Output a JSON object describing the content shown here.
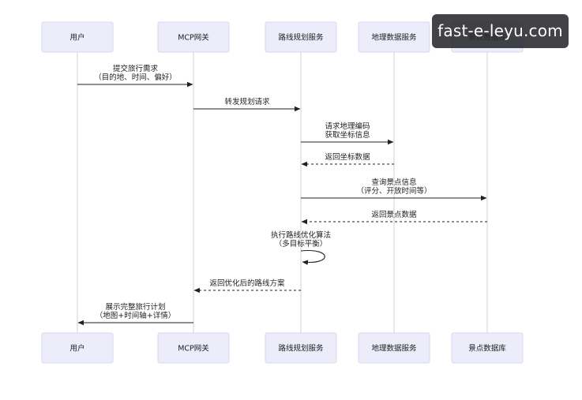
{
  "participants": [
    {
      "id": "user",
      "label": "用户"
    },
    {
      "id": "gateway",
      "label": "MCP网关"
    },
    {
      "id": "route",
      "label": "路线规划服务"
    },
    {
      "id": "geo",
      "label": "地理数据服务"
    },
    {
      "id": "poi",
      "label": "景点数据库"
    }
  ],
  "messages": [
    {
      "from": "user",
      "to": "gateway",
      "style": "solid",
      "lines": [
        "提交旅行需求",
        "（目的地、时间、偏好）"
      ]
    },
    {
      "from": "gateway",
      "to": "route",
      "style": "solid",
      "lines": [
        "转发规划请求"
      ]
    },
    {
      "from": "route",
      "to": "geo",
      "style": "solid",
      "lines": [
        "请求地理编码",
        "获取坐标信息"
      ]
    },
    {
      "from": "geo",
      "to": "route",
      "style": "dashed",
      "lines": [
        "返回坐标数据"
      ]
    },
    {
      "from": "route",
      "to": "poi",
      "style": "solid",
      "lines": [
        "查询景点信息",
        "（评分、开放时间等）"
      ]
    },
    {
      "from": "poi",
      "to": "route",
      "style": "dashed",
      "lines": [
        "返回景点数据"
      ]
    },
    {
      "from": "route",
      "to": "route",
      "style": "self",
      "lines": [
        "执行路线优化算法",
        "（多目标平衡）"
      ]
    },
    {
      "from": "route",
      "to": "gateway",
      "style": "dashed",
      "lines": [
        "返回优化后的路线方案"
      ]
    },
    {
      "from": "gateway",
      "to": "user",
      "style": "solid",
      "lines": [
        "展示完整旅行计划",
        "（地图+时间轴+详情）"
      ]
    }
  ],
  "colors": {
    "actor_box": "#ececfb",
    "actor_border": "#d8d8f0",
    "lifeline": "#cfcfd8",
    "arrow": "#222222"
  },
  "watermark": {
    "text": "fast-e-leyu.com"
  }
}
